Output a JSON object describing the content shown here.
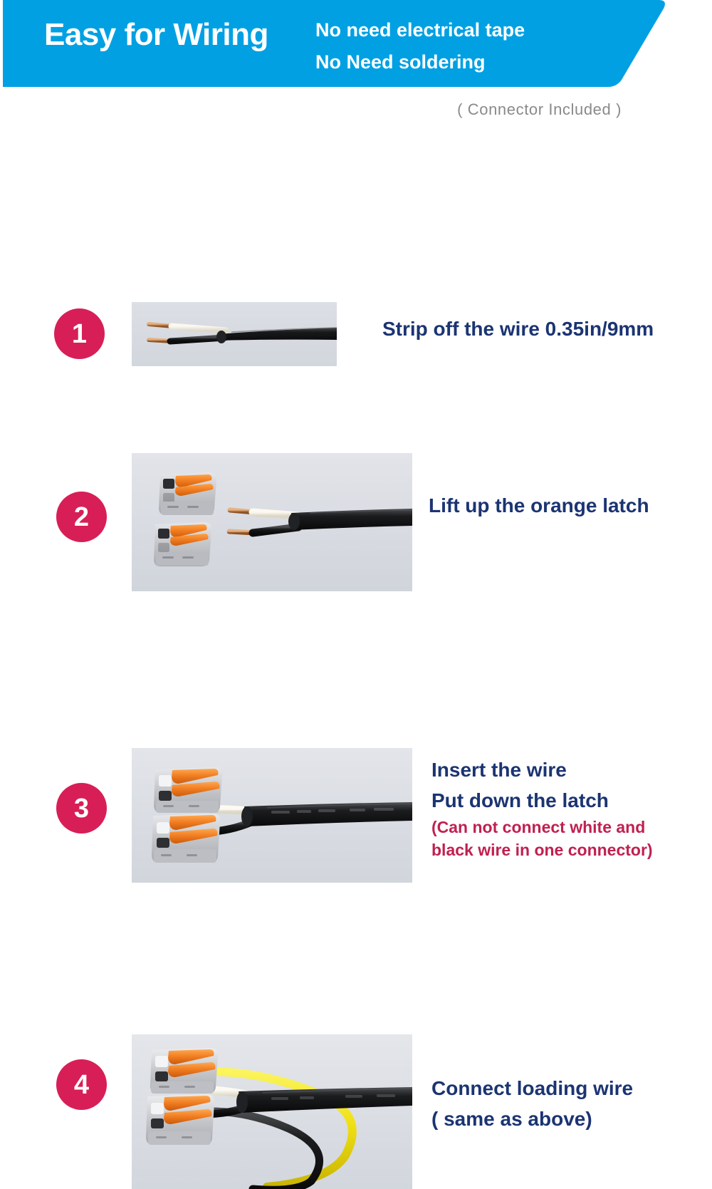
{
  "theme": {
    "banner_blue": "#00a0e3",
    "badge_crimson": "#d81e57",
    "heading_navy": "#1b3472",
    "warning_red": "#c02050",
    "note_gray": "#8a8a8a",
    "photo_bg": "#d9dce2",
    "connector_gray": "#c8cace",
    "latch_orange": "#f07c20",
    "wire_black": "#1a1a1a",
    "wire_white": "#f2efe6",
    "wire_yellow": "#f2e218",
    "copper": "#c08a52"
  },
  "header": {
    "title": "Easy for Wiring",
    "bullets": [
      "No need electrical tape",
      "No Need soldering"
    ]
  },
  "note": {
    "text": "( Connector Included )"
  },
  "steps": [
    {
      "number": "1",
      "photo_name": "stripped-wire-photo",
      "lines": [
        {
          "text": "Strip off the wire 0.35in/9mm",
          "style": "blue"
        }
      ]
    },
    {
      "number": "2",
      "photo_name": "connectors-and-wire-photo",
      "lines": [
        {
          "text": "Lift up the orange latch",
          "style": "blue"
        }
      ]
    },
    {
      "number": "3",
      "photo_name": "wire-inserted-photo",
      "lines": [
        {
          "text": "Insert the wire",
          "style": "blue"
        },
        {
          "text": "Put down the latch",
          "style": "blue"
        },
        {
          "text": "(Can not connect white and",
          "style": "red"
        },
        {
          "text": "black wire in one connector)",
          "style": "red"
        }
      ]
    },
    {
      "number": "4",
      "photo_name": "loading-wire-connected-photo",
      "lines": [
        {
          "text": "Connect loading wire",
          "style": "blue"
        },
        {
          "text": "( same as above)",
          "style": "blue"
        }
      ]
    }
  ]
}
